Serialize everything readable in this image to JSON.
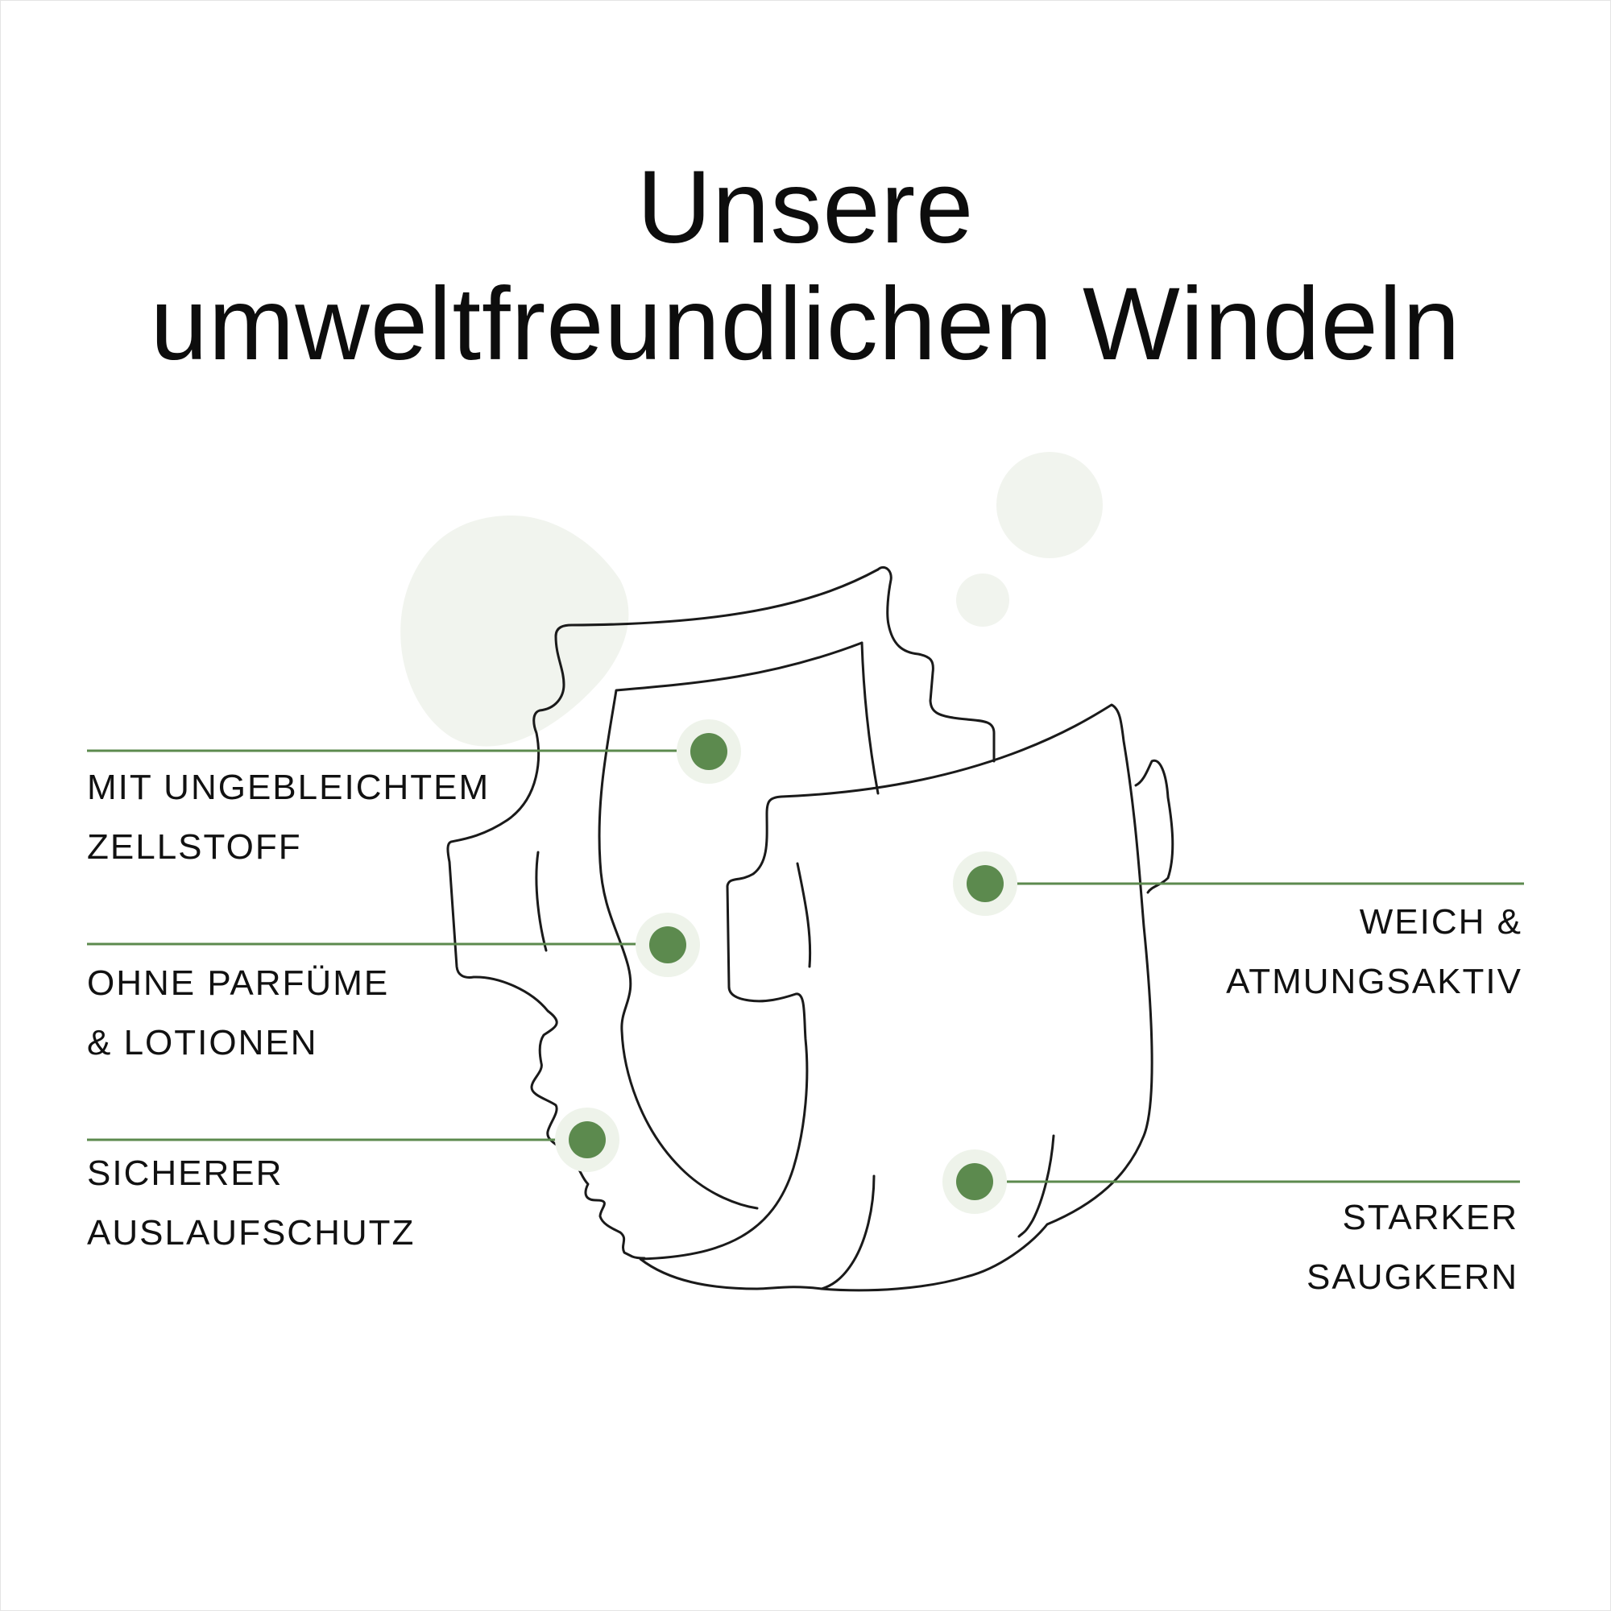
{
  "title": {
    "line1": "Unsere",
    "line2": "umweltfreundlichen Windeln"
  },
  "colors": {
    "accent": "#5c8a4e",
    "accent_halo": "#eef3ea",
    "blob": "#f1f4ee",
    "outline": "#1a1a1a",
    "text": "#111111"
  },
  "features": {
    "unbleached": {
      "line1": "MIT UNGEBLEICHTEM",
      "line2": "ZELLSTOFF"
    },
    "no_perfume": {
      "line1": "OHNE PARFÜME",
      "line2": "& LOTIONEN"
    },
    "leak_protection": {
      "line1": "SICHERER",
      "line2": "AUSLAUFSCHUTZ"
    },
    "breathable": {
      "line1": "WEICH &",
      "line2": "ATMUNGSAKTIV"
    },
    "absorbent_core": {
      "line1": "STARKER",
      "line2": "SAUGKERN"
    }
  }
}
